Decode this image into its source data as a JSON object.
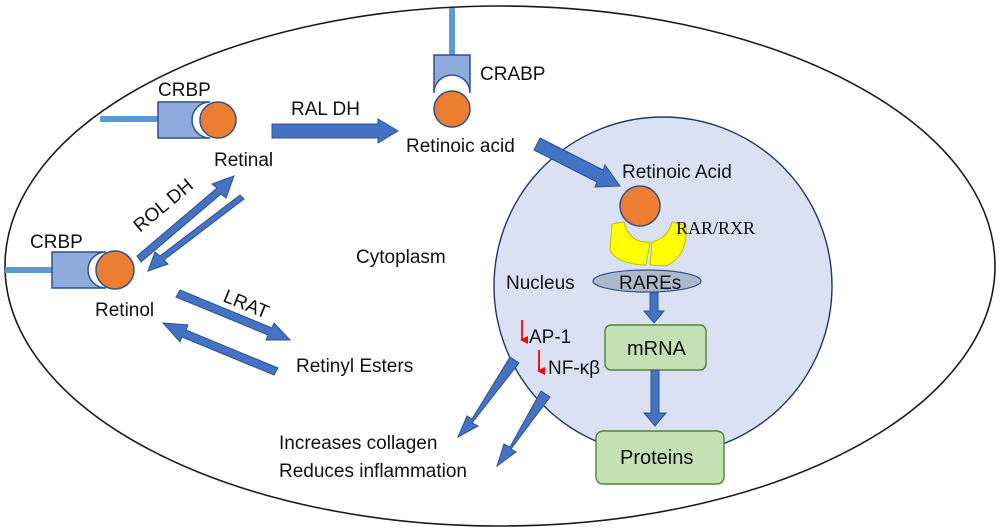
{
  "labels": {
    "crbp_top": "CRBP",
    "crbp_left": "CRBP",
    "crabp": "CRABP",
    "retinal": "Retinal",
    "retinol": "Retinol",
    "ral_dh": "RAL DH",
    "rol_dh": "ROL DH",
    "retinoic_acid_cyto": "Retinoic acid",
    "retinoic_acid_nuc": "Retinoic Acid",
    "lrat": "LRAT",
    "retinyl_esters": "Retinyl Esters",
    "cytoplasm": "Cytoplasm",
    "nucleus": "Nucleus",
    "rar_rxr": "RAR/RXR",
    "rares": "RAREs",
    "ap1": "AP-1",
    "nfkb": "NF-κβ",
    "mrna": "mRNA",
    "proteins": "Proteins",
    "effect1": "Increases collagen",
    "effect2": "Reduces inflammation"
  },
  "colors": {
    "cell_outline": "#1a1a1a",
    "nucleus_fill": "#d9e1f2",
    "nucleus_stroke": "#1f3864",
    "arrow_fill": "#4472c4",
    "arrow_stroke": "#2f528f",
    "binding_protein": "#8faadc",
    "binding_stroke": "#2f528f",
    "ligand": "#ed7d31",
    "receptor": "#ffff00",
    "rare_fill": "#adb9ca",
    "box_fill": "#c5e0b4",
    "box_stroke": "#548235",
    "tether": "#5b9bd5",
    "down_arrow": "#ff0000"
  }
}
